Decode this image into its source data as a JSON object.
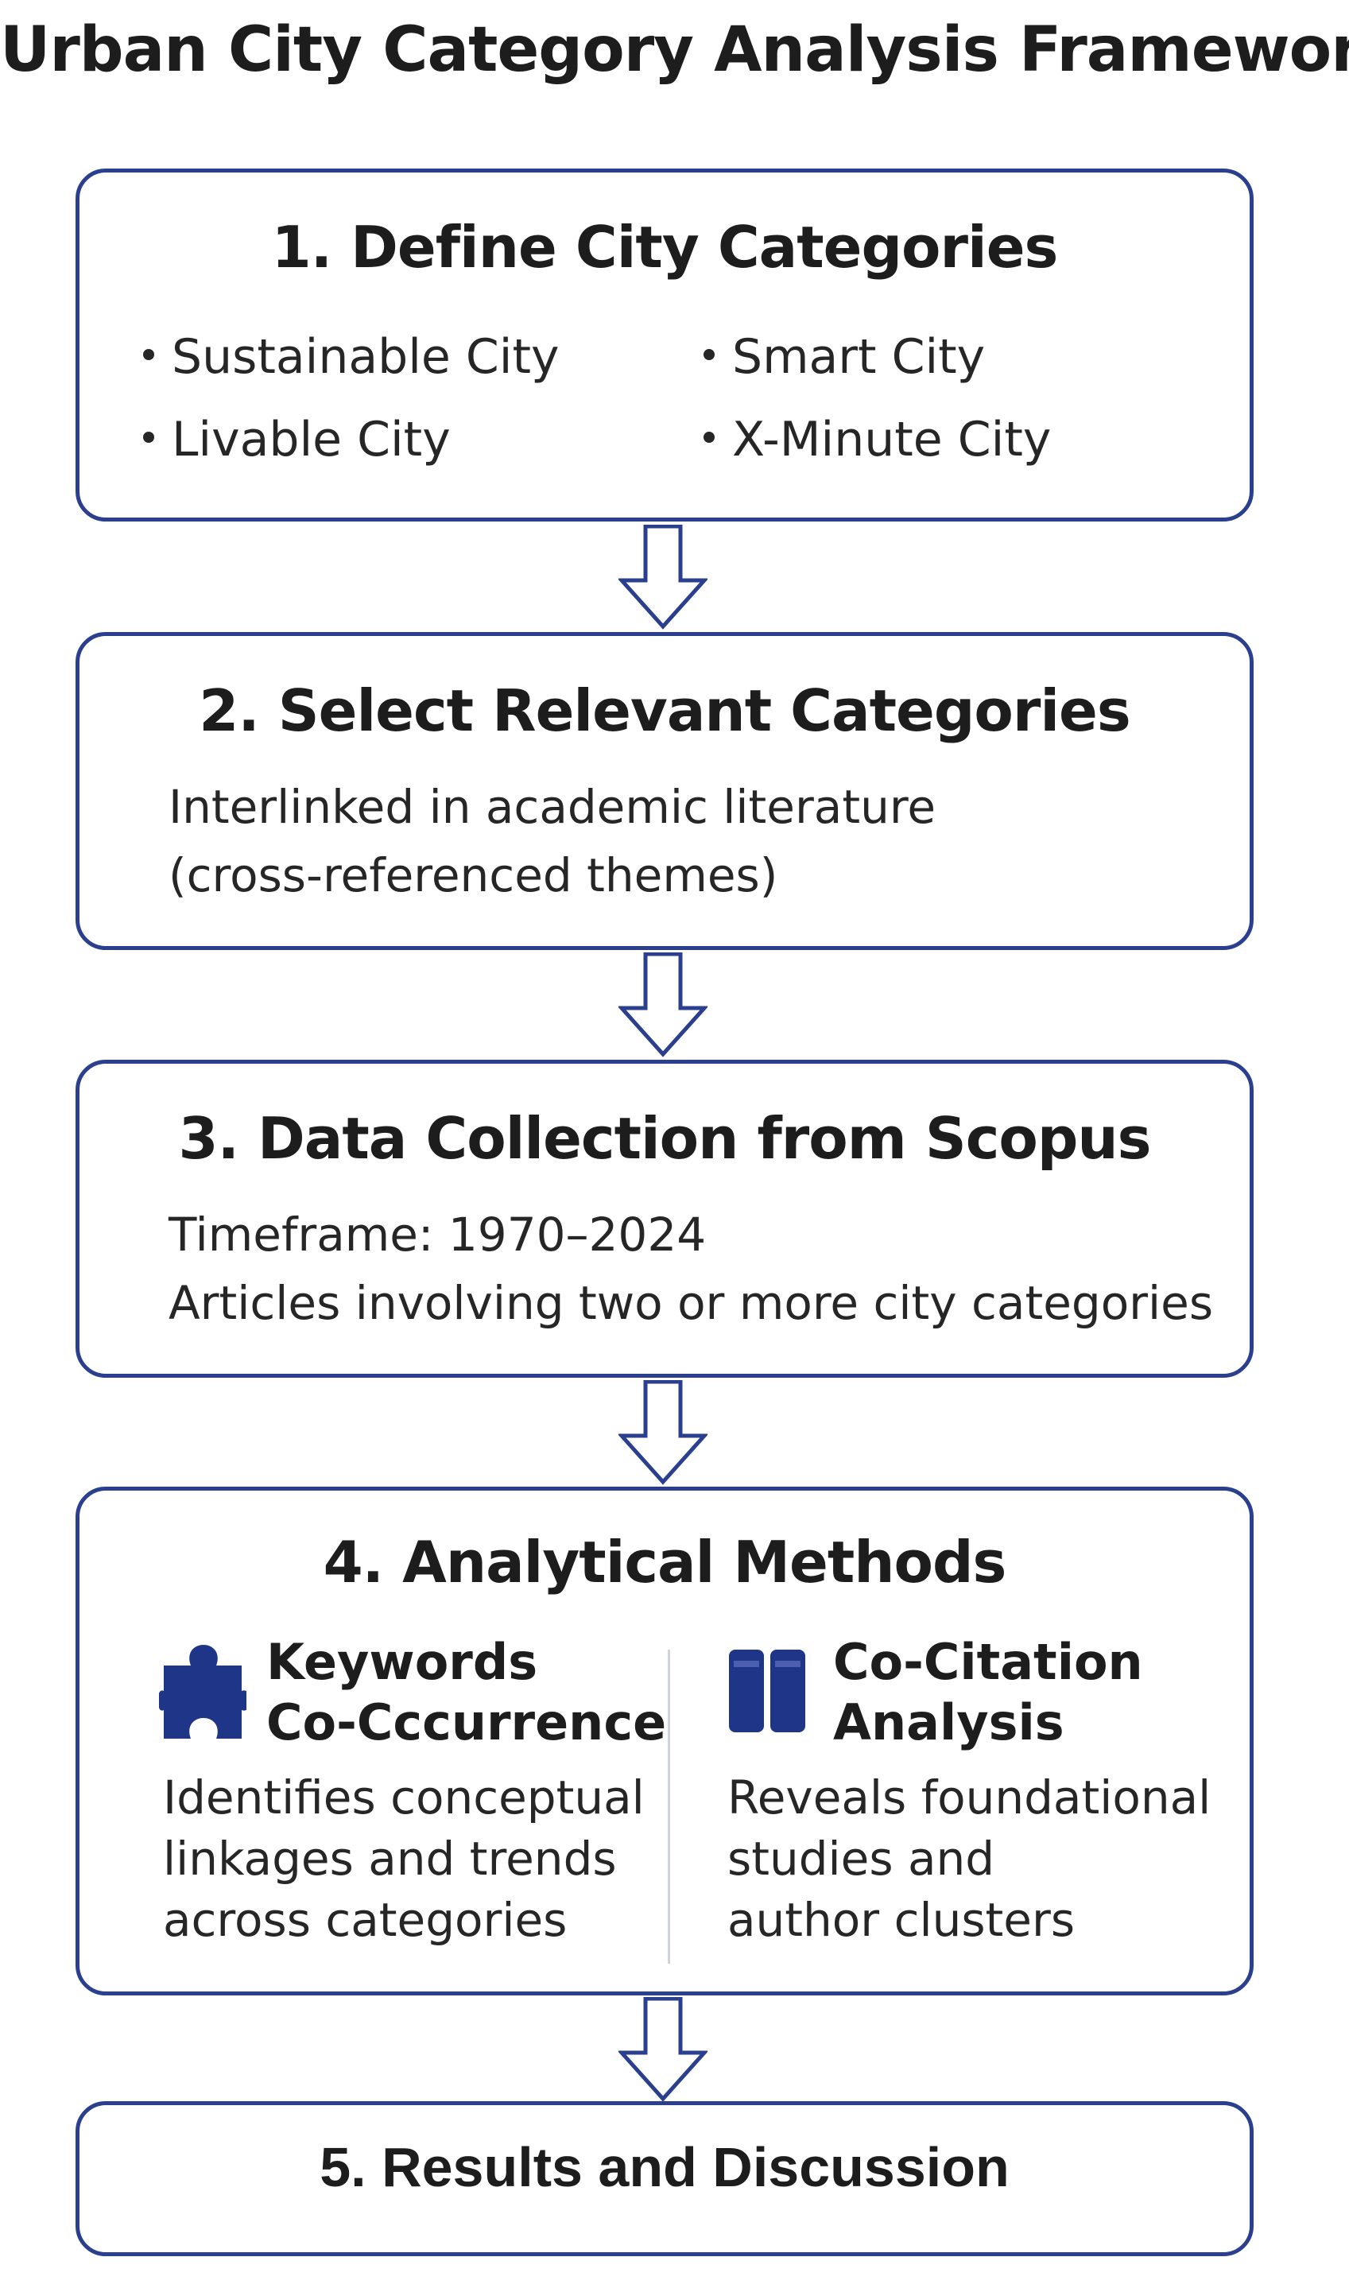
{
  "title": "Urban City Category Analysis Framework",
  "colors": {
    "border": "#2b3f8f",
    "icon": "#1f3587",
    "text": "#1d1d1d"
  },
  "steps": [
    {
      "title": "1. Define City Categories",
      "bullets": [
        "Sustainable City",
        "Smart City",
        "Livable City",
        "X-Minute City"
      ]
    },
    {
      "title": "2. Select Relevant Categories",
      "lines": [
        "Interlinked in academic literature",
        "(cross-referenced themes)"
      ]
    },
    {
      "title": "3. Data Collection from Scopus",
      "lines": [
        "Timeframe: 1970–2024",
        "Articles involving two or more city categories"
      ]
    },
    {
      "title": "4. Analytical Methods",
      "methods": [
        {
          "icon": "puzzle-piece-icon",
          "heading_lines": [
            "Keywords",
            "Co-Cccurrence"
          ],
          "desc_lines": [
            "Identifies conceptual",
            "linkages and trends",
            "across categories"
          ]
        },
        {
          "icon": "books-icon",
          "heading_lines": [
            "Co-Citation",
            "Analysis"
          ],
          "desc_lines": [
            "Reveals foundational",
            "studies and",
            "author clusters"
          ]
        }
      ]
    },
    {
      "title": "5. Results and Discussion"
    }
  ]
}
